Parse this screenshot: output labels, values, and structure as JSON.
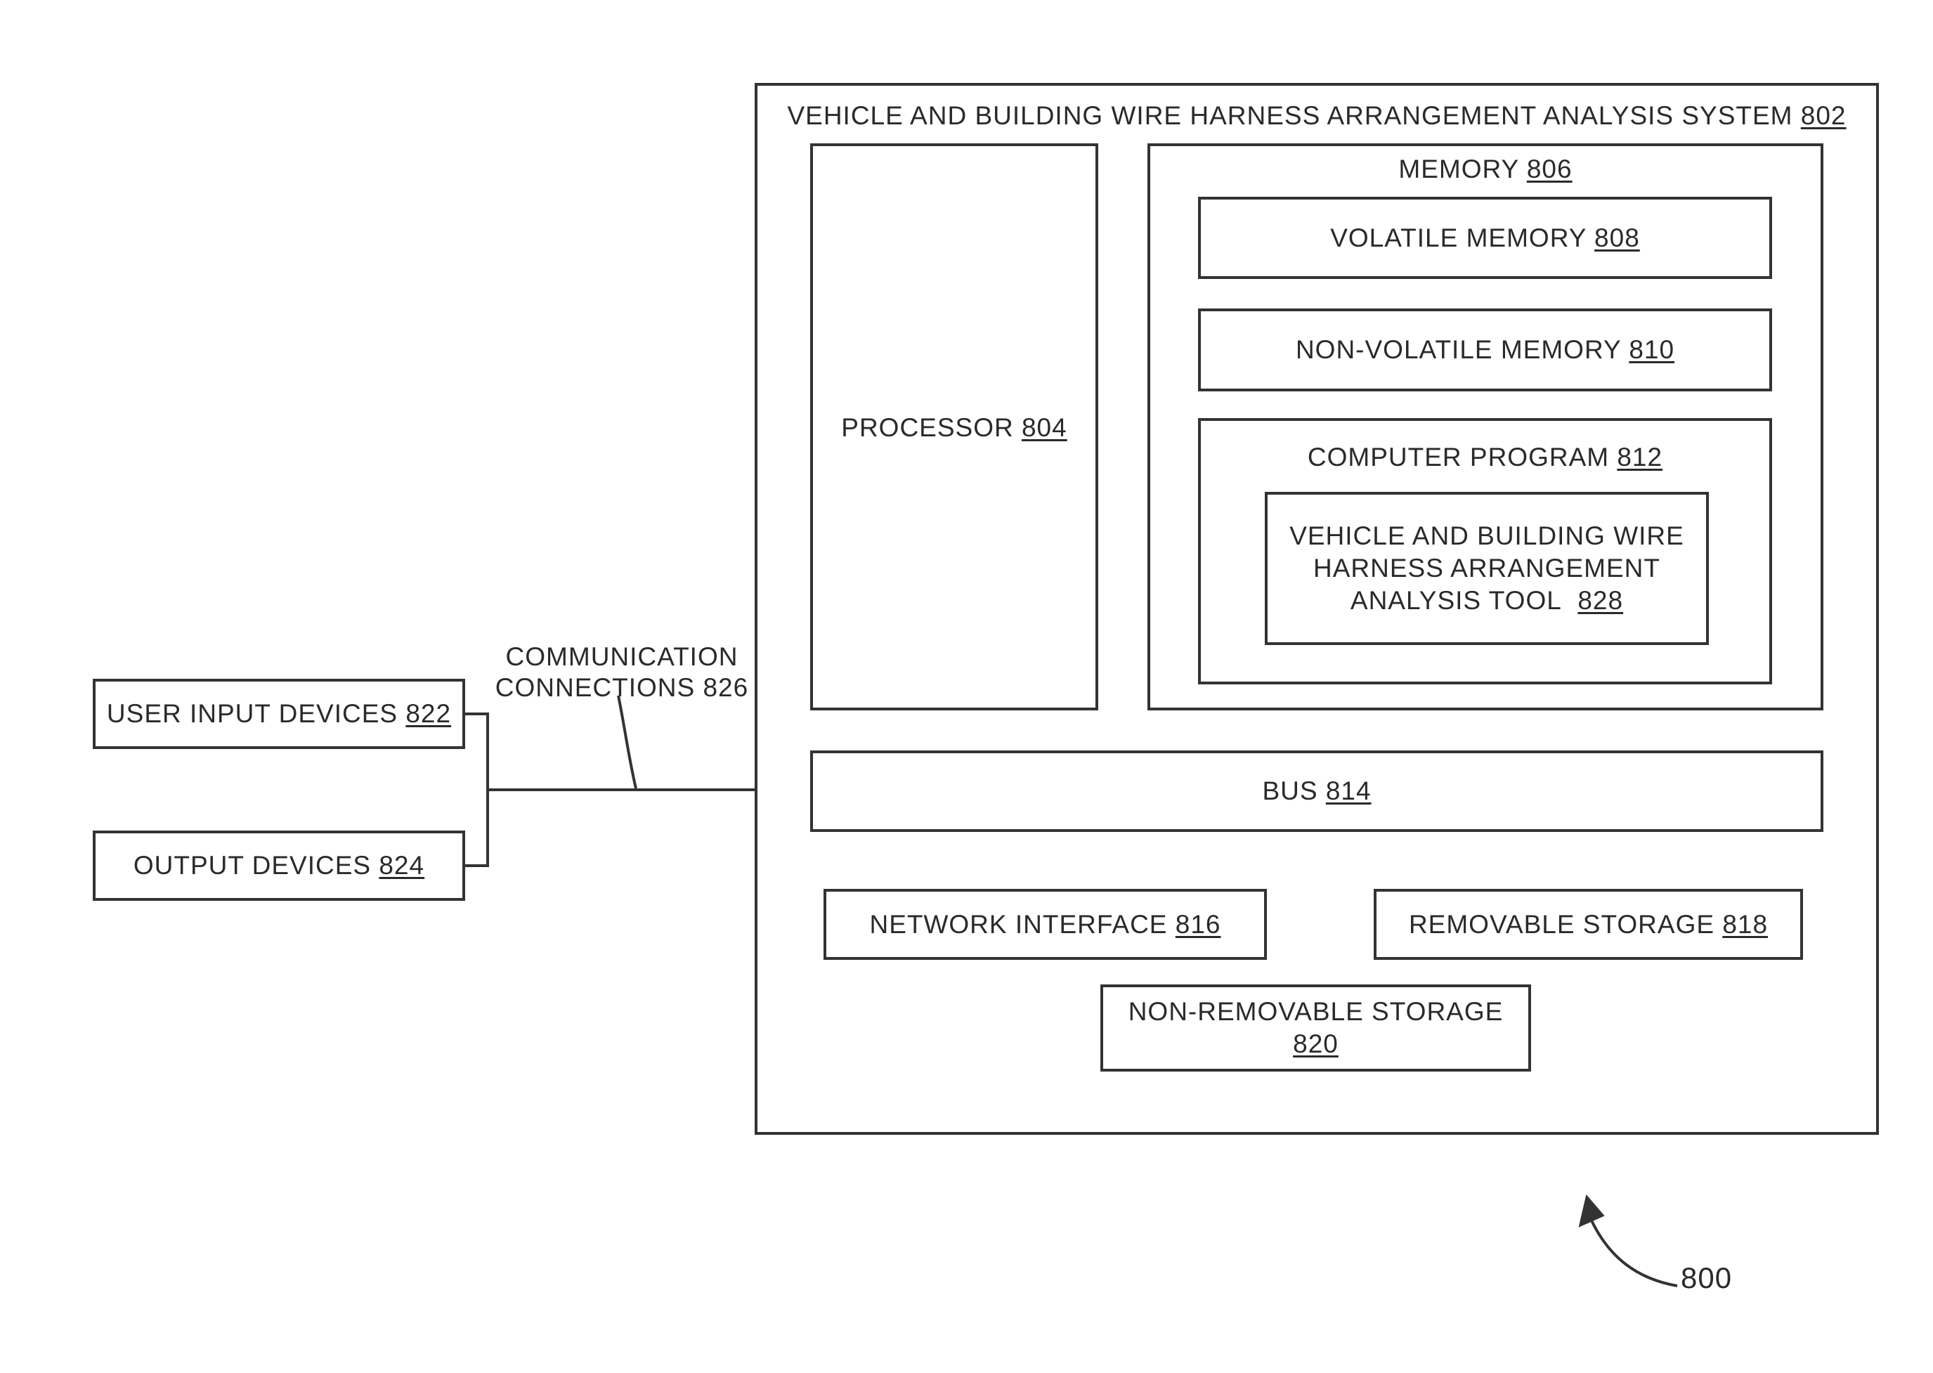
{
  "system": {
    "label": "VEHICLE AND BUILDING WIRE HARNESS ARRANGEMENT ANALYSIS SYSTEM",
    "ref": "802"
  },
  "processor": {
    "label": "PROCESSOR",
    "ref": "804"
  },
  "memory": {
    "label": "MEMORY",
    "ref": "806"
  },
  "volatile_memory": {
    "label": "VOLATILE MEMORY",
    "ref": "808"
  },
  "non_volatile_memory": {
    "label": "NON-VOLATILE MEMORY",
    "ref": "810"
  },
  "computer_program": {
    "label": "COMPUTER PROGRAM",
    "ref": "812"
  },
  "analysis_tool": {
    "line1": "VEHICLE AND BUILDING WIRE",
    "line2": "HARNESS ARRANGEMENT",
    "line3": "ANALYSIS TOOL",
    "ref": "828"
  },
  "bus": {
    "label": "BUS",
    "ref": "814"
  },
  "network_interface": {
    "label": "NETWORK INTERFACE",
    "ref": "816"
  },
  "removable_storage": {
    "label": "REMOVABLE STORAGE",
    "ref": "818"
  },
  "non_removable_storage": {
    "label": "NON-REMOVABLE STORAGE",
    "ref": "820"
  },
  "user_input_devices": {
    "label": "USER INPUT DEVICES",
    "ref": "822"
  },
  "output_devices": {
    "label": "OUTPUT DEVICES",
    "ref": "824"
  },
  "communication_connections": {
    "line1": "COMMUNICATION",
    "line2": "CONNECTIONS 826"
  },
  "figure_ref": "800"
}
